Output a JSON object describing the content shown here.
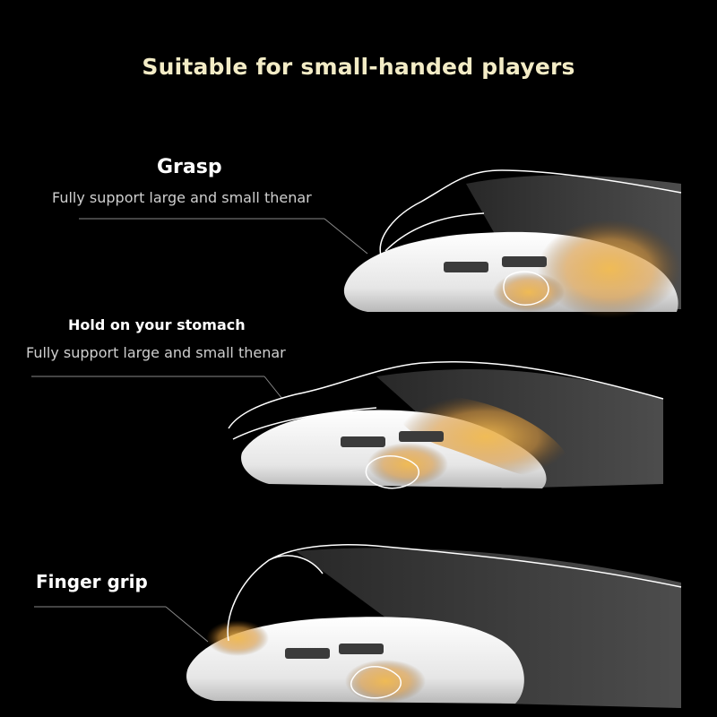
{
  "title": "Suitable for small-handed players",
  "colors": {
    "title": "#f3ecc6",
    "background": "#000000",
    "highlight": "#e8b14a",
    "mouse": "#f2f2f2",
    "outline": "#ffffff"
  },
  "sections": [
    {
      "heading": "Grasp",
      "subtitle": "Fully support large and small thenar"
    },
    {
      "heading": "Hold on your stomach",
      "subtitle": "Fully support large and small thenar"
    },
    {
      "heading": "Finger grip",
      "subtitle": ""
    }
  ]
}
